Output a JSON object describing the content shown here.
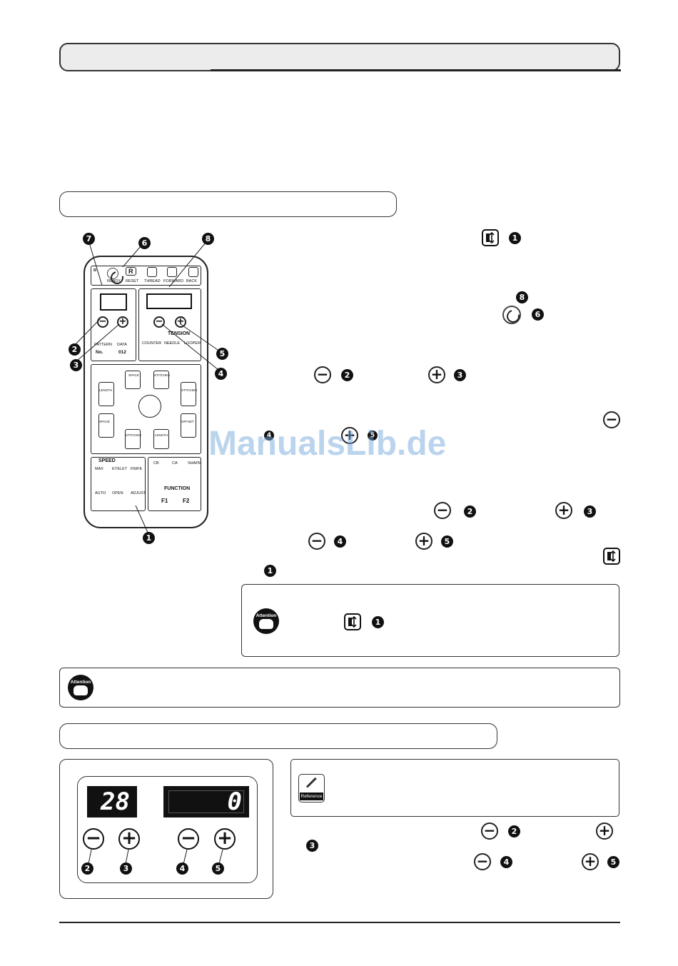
{
  "panel": {
    "buttons_top": [
      "READY",
      "RESET",
      "THREAD",
      "FORWARD",
      "BACK"
    ],
    "reset_glyph": "R",
    "tension_label": "TENSION",
    "left_keys": [
      "PATTERN",
      "DATA"
    ],
    "left_glyphs": [
      "No.",
      "012"
    ],
    "right_keys": [
      "COUNTER",
      "NEEDLE",
      "LOOPER"
    ],
    "stitch_keys": [
      "SPACE",
      "STITCHES",
      "LENGTH",
      "STITCHES",
      "SPACE",
      "OFFSET",
      "STITCHES",
      "LENGTH"
    ],
    "speed_label": "SPEED",
    "speed_keys": [
      "MAX",
      "EYELET",
      "KNIFE"
    ],
    "func_keys": [
      "CB",
      "CA",
      "SHAPE"
    ],
    "bottom_keys": [
      "AUTO",
      "OPEN",
      "ADJUST"
    ],
    "function_label": "FUNCTION",
    "f_keys": [
      "F1",
      "F2"
    ]
  },
  "callouts": {
    "n1": "1",
    "n2": "2",
    "n3": "3",
    "n4": "4",
    "n5": "5",
    "n6": "6",
    "n7": "7",
    "n8": "8"
  },
  "attention_label": "Attention",
  "reference_label": "Reference",
  "watermark": "ManualsLib.de",
  "lcd": {
    "left_value": "28",
    "right_value": "0"
  },
  "symbols": {
    "minus": "−",
    "plus": "+"
  },
  "icons": [
    "adjust-icon",
    "ready-icon",
    "attention-icon",
    "reference-icon"
  ]
}
